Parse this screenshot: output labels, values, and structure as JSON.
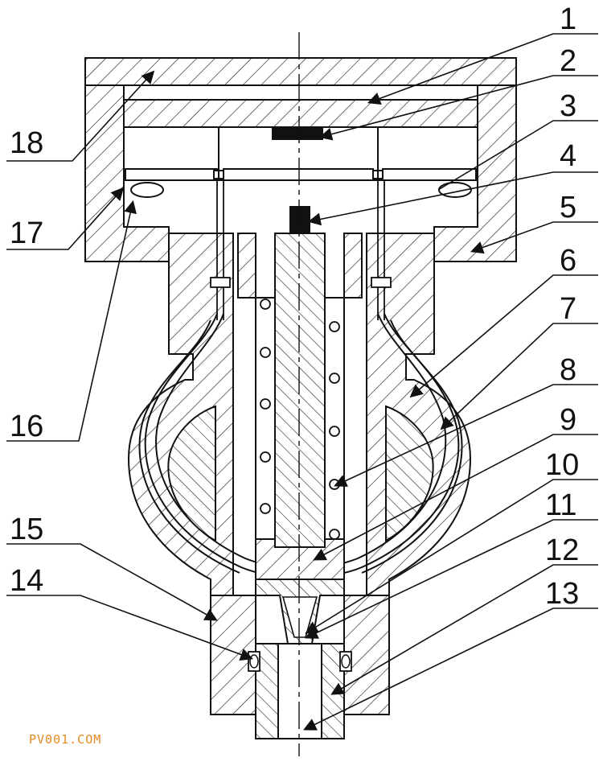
{
  "labels": [
    "1",
    "2",
    "3",
    "4",
    "5",
    "6",
    "7",
    "8",
    "9",
    "10",
    "11",
    "12",
    "13",
    "14",
    "15",
    "16",
    "17",
    "18"
  ],
  "watermark": "PV001.COM",
  "colors": {
    "ink": "#111111",
    "paper": "#ffffff",
    "watermark": "#e58a1f"
  }
}
